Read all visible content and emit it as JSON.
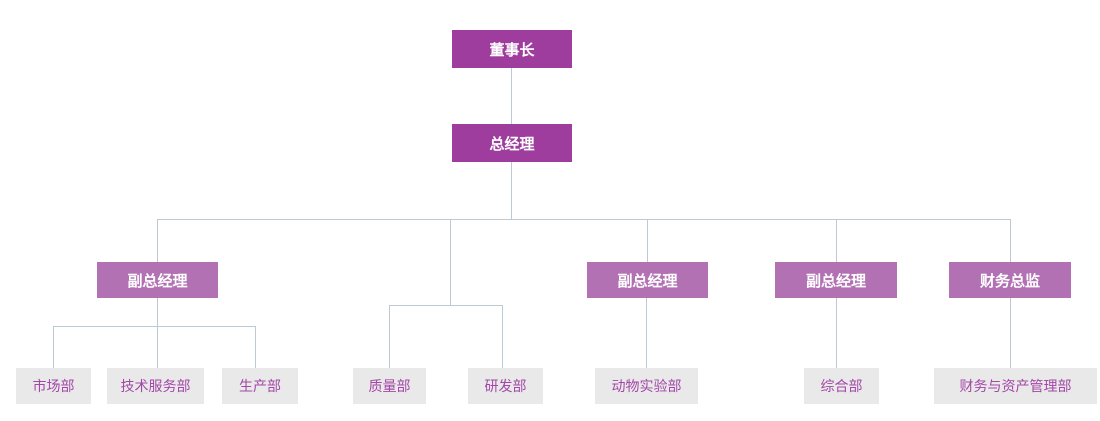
{
  "diagram": {
    "type": "org-chart",
    "nodes": {
      "chairman": {
        "label": "董事长",
        "level": 1
      },
      "general_manager": {
        "label": "总经理",
        "level": 1
      },
      "deputy_gm_1": {
        "label": "副总经理",
        "level": 2
      },
      "deputy_gm_2": {
        "label": "副总经理",
        "level": 2
      },
      "deputy_gm_3": {
        "label": "副总经理",
        "level": 2
      },
      "finance_director": {
        "label": "财务总监",
        "level": 2
      },
      "marketing_dept": {
        "label": "市场部",
        "level": 3
      },
      "tech_service_dept": {
        "label": "技术服务部",
        "level": 3
      },
      "production_dept": {
        "label": "生产部",
        "level": 3
      },
      "quality_dept": {
        "label": "质量部",
        "level": 3
      },
      "rd_dept": {
        "label": "研发部",
        "level": 3
      },
      "animal_lab_dept": {
        "label": "动物实验部",
        "level": 3
      },
      "general_dept": {
        "label": "综合部",
        "level": 3
      },
      "finance_asset_dept": {
        "label": "财务与资产管理部",
        "level": 3
      }
    },
    "hierarchy": {
      "chairman": [
        "general_manager"
      ],
      "general_manager": [
        "deputy_gm_1",
        "quality_rd_group",
        "deputy_gm_2",
        "deputy_gm_3",
        "finance_director"
      ],
      "deputy_gm_1": [
        "marketing_dept",
        "tech_service_dept",
        "production_dept"
      ],
      "quality_rd_group": [
        "quality_dept",
        "rd_dept"
      ],
      "deputy_gm_2": [
        "animal_lab_dept"
      ],
      "deputy_gm_3": [
        "general_dept"
      ],
      "finance_director": [
        "finance_asset_dept"
      ]
    },
    "colors": {
      "level1_bg": "#9E3D9E",
      "level2_bg": "#B171B3",
      "level3_bg": "#E9E9E9",
      "level3_text": "#A347A8",
      "node_text": "#FFFFFF",
      "connector": "#BCCAD3",
      "background": "#FFFFFF"
    }
  }
}
